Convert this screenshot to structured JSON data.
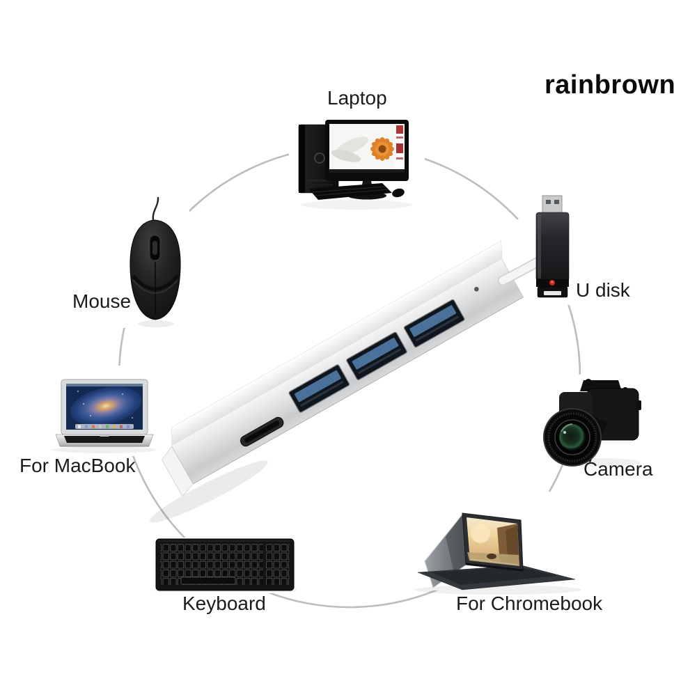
{
  "watermark": {
    "text": "rainbrown"
  },
  "scene": {
    "circle_color": "#bdbdbd",
    "labels": {
      "laptop": "Laptop",
      "mouse": "Mouse",
      "u_disk": "U disk",
      "macbook": "For MacBook",
      "camera": "Camera",
      "keyboard": "Keyboard",
      "chromebook": "For Chromebook"
    },
    "hub": {
      "usb_port_count": 3,
      "usb_port_color": "#4a7199",
      "body_color": "#dcdee0",
      "cable_color": "#f5f5f5"
    },
    "u_disk": {
      "led_color": "#cf2318"
    },
    "devices": [
      "desktop-computer",
      "mouse",
      "usb-flash-drive",
      "macbook-laptop",
      "keyboard",
      "chromebook-laptop",
      "camera",
      "usb-hub"
    ]
  }
}
